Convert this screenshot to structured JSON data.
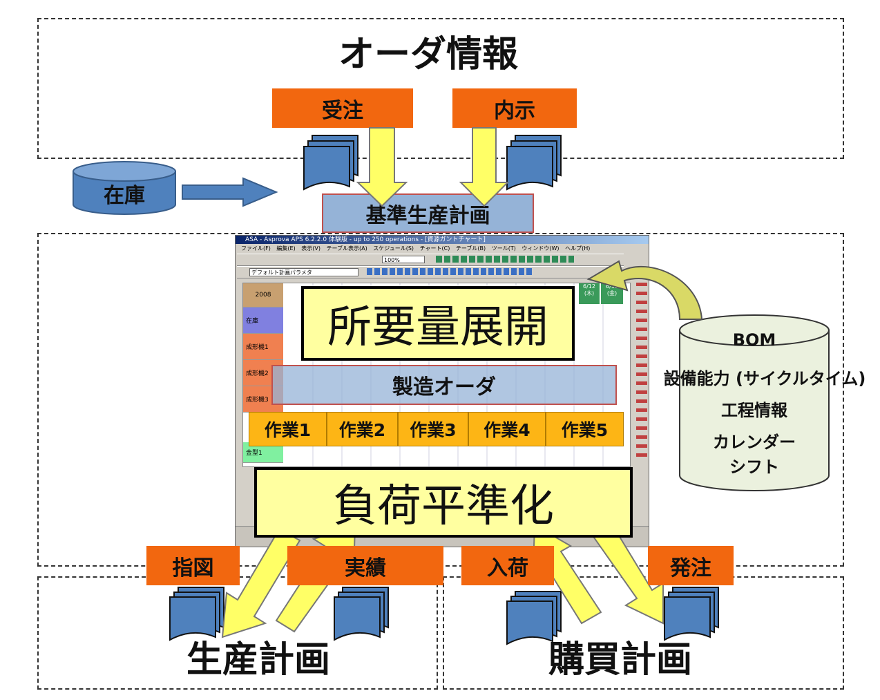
{
  "order_section": {
    "title": "オーダ情報",
    "juchu": "受注",
    "naiji": "内示"
  },
  "stock": "在庫",
  "base_plan": "基準生産計画",
  "app_window": {
    "title": "ASA - Asprova APS 6.2.2.0 体験版 - up to 250 operations - [資源ガントチャート]",
    "menu": [
      "ファイル(F)",
      "編集(E)",
      "表示(V)",
      "テーブル表示(A)",
      "スケジュール(S)",
      "チャート(C)",
      "テーブル(B)",
      "ツール(T)",
      "ウィンドウ(W)",
      "ヘルプ(H)"
    ],
    "zoom": "100%",
    "param": "デフォルト計画パラメタ",
    "year": "2008",
    "rows": [
      "在庫",
      "成形機1",
      "成形機2",
      "成形機3",
      "金型1"
    ],
    "dates": [
      "6/12 (木)",
      "6/13 (金)"
    ]
  },
  "mrp": "所要量展開",
  "mfg_order": "製造オーダ",
  "works": [
    "作業1",
    "作業2",
    "作業3",
    "作業4",
    "作業5"
  ],
  "leveling": "負荷平準化",
  "master": {
    "bom": "BOM",
    "capacity": "設備能力 (サイクルタイム)",
    "process": "工程情報",
    "calendar": "カレンダー",
    "shift": "シフト"
  },
  "bottom_labels": {
    "shizu": "指図",
    "jisseki": "実績",
    "nyuka": "入荷",
    "hatchu": "発注"
  },
  "production_plan": "生産計画",
  "purchase_plan": "購買計画",
  "colors": {
    "orange": "#f2670f",
    "yellow_arrow": "#ffff66",
    "doc_blue": "#4f81bd",
    "stock_blue": "#4f81bd",
    "base_plan_bg": "#95b3d7",
    "cylinder_fill": "#ebf1de",
    "work_fill": "#fdb515",
    "bigbox_fill": "#ffffa0"
  }
}
